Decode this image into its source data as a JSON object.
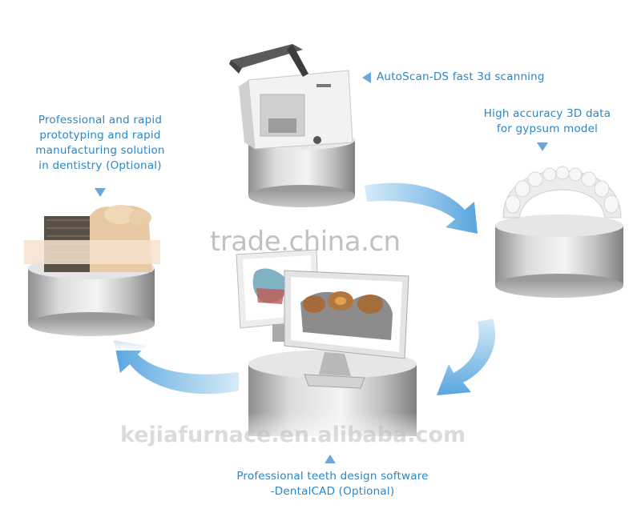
{
  "steps": {
    "scanner": {
      "label": "AutoScan-DS fast 3d scanning"
    },
    "accuracy": {
      "line1": "High accuracy 3D data",
      "line2": "for gypsum model"
    },
    "prototyping": {
      "line1": "Professional and rapid",
      "line2": "prototyping and rapid",
      "line3": "manufacturing solution",
      "line4": "in dentistry (Optional)"
    },
    "software": {
      "line1": "Professional teeth design software",
      "line2": "-DentalCAD (Optional)"
    }
  },
  "watermarks": {
    "top": "trade.china.cn",
    "bottom": "kejiafurnace.en.alibaba.com"
  },
  "colors": {
    "label": "#2a86c8",
    "arrow": "#6fb3e6",
    "pedestal": "#d9d9d9"
  },
  "icons": [
    "scanner-device",
    "gypsum-model",
    "printed-teeth",
    "computer-monitors"
  ]
}
